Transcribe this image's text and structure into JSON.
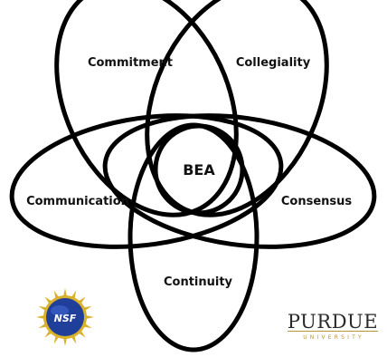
{
  "diagram": {
    "center": "BEA",
    "petals": {
      "commitment": "Commitment",
      "collegiality": "Collegiality",
      "communication": "Communication",
      "consensus": "Consensus",
      "continuity": "Continuity"
    }
  },
  "logos": {
    "nsf": "NSF",
    "purdue": "PURDUE",
    "purdue_sub": "UNIVERSITY"
  },
  "colors": {
    "outline": "#000000",
    "nsf_blue": "#1f3f9a",
    "nsf_gold": "#d9b12a",
    "purdue_gold": "#b8943b"
  }
}
